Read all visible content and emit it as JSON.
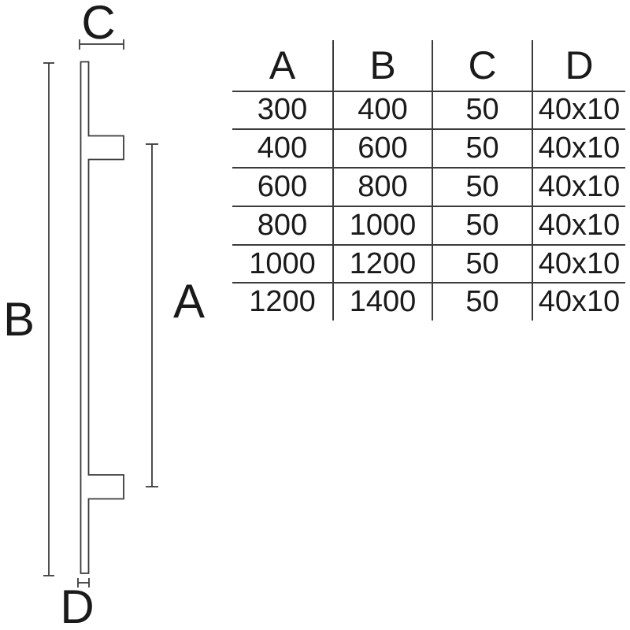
{
  "diagram": {
    "label_c": "C",
    "label_b": "B",
    "label_a": "A",
    "label_d": "D"
  },
  "table": {
    "headers": [
      "A",
      "B",
      "C",
      "D"
    ],
    "rows": [
      [
        "300",
        "400",
        "50",
        "40x10"
      ],
      [
        "400",
        "600",
        "50",
        "40x10"
      ],
      [
        "600",
        "800",
        "50",
        "40x10"
      ],
      [
        "800",
        "1000",
        "50",
        "40x10"
      ],
      [
        "1000",
        "1200",
        "50",
        "40x10"
      ],
      [
        "1200",
        "1400",
        "50",
        "40x10"
      ]
    ]
  },
  "colors": {
    "background": "#ffffff",
    "line": "#3b3b3b",
    "text": "#1a1a1a"
  }
}
